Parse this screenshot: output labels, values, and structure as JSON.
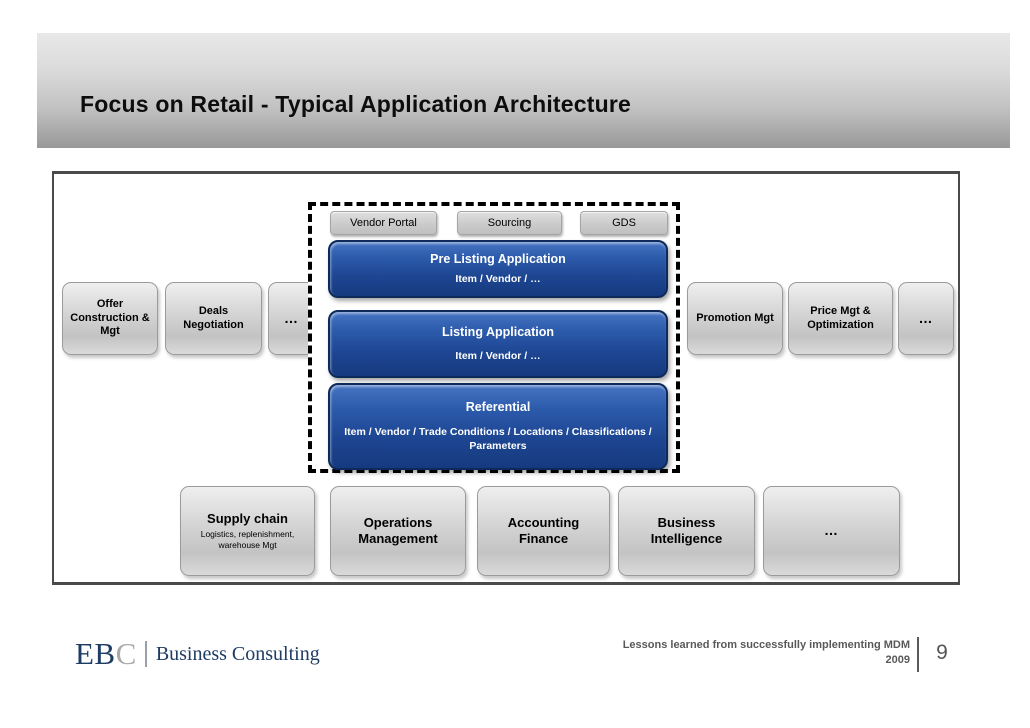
{
  "header": {
    "title": "Focus on Retail - Typical Application Architecture"
  },
  "diagram": {
    "tabs": [
      {
        "label": "Vendor Portal"
      },
      {
        "label": "Sourcing"
      },
      {
        "label": "GDS"
      }
    ],
    "apps": [
      {
        "title": "Pre Listing Application",
        "subtitle": "Item / Vendor / …"
      },
      {
        "title": "Listing Application",
        "subtitle": "Item / Vendor / …"
      },
      {
        "title": "Referential",
        "subtitle": "Item / Vendor / Trade Conditions / Locations / Classifications / Parameters"
      }
    ],
    "left_boxes": [
      {
        "label": "Offer Construction & Mgt"
      },
      {
        "label": "Deals Negotiation"
      },
      {
        "label": "…"
      }
    ],
    "right_boxes": [
      {
        "label": "Promotion Mgt"
      },
      {
        "label": "Price Mgt & Optimization"
      },
      {
        "label": "…"
      }
    ],
    "bottom_boxes": [
      {
        "label": "Supply chain",
        "sublabel": "Logistics, replenishment, warehouse Mgt"
      },
      {
        "label": "Operations Management",
        "sublabel": ""
      },
      {
        "label": "Accounting Finance",
        "sublabel": ""
      },
      {
        "label": "Business Intelligence",
        "sublabel": ""
      },
      {
        "label": "…",
        "sublabel": ""
      }
    ]
  },
  "footer": {
    "logo": {
      "ebc_dark": "EB",
      "ebc_light": "C",
      "name": "Business Consulting"
    },
    "tagline_line1": "Lessons learned from successfully implementing MDM",
    "tagline_line2": "2009",
    "page_number": "9"
  },
  "colors": {
    "app_blue": "#2c5aab",
    "app_blue_border": "#0e2a5a",
    "box_gray": "#cfcfcf",
    "logo_navy": "#1e3c64",
    "footer_gray": "#595959"
  }
}
